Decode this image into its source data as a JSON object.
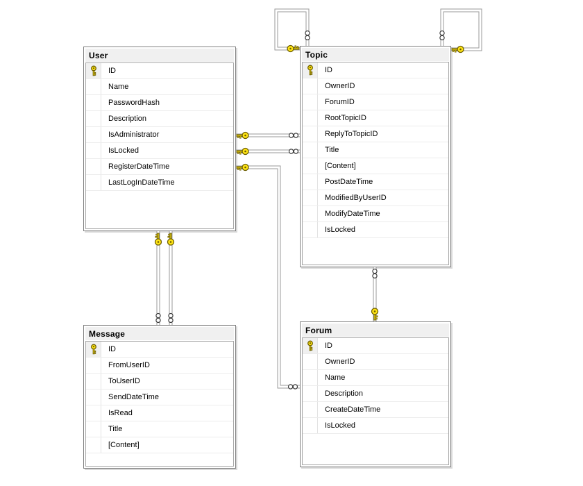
{
  "tables": {
    "user": {
      "title": "User",
      "primary_key": "ID",
      "fields": [
        "ID",
        "Name",
        "PasswordHash",
        "Description",
        "IsAdministrator",
        "IsLocked",
        "RegisterDateTime",
        "LastLogInDateTime"
      ]
    },
    "topic": {
      "title": "Topic",
      "primary_key": "ID",
      "fields": [
        "ID",
        "OwnerID",
        "ForumID",
        "RootTopicID",
        "ReplyToTopicID",
        "Title",
        "[Content]",
        "PostDateTime",
        "ModifiedByUserID",
        "ModifyDateTime",
        "IsLocked"
      ]
    },
    "message": {
      "title": "Message",
      "primary_key": "ID",
      "fields": [
        "ID",
        "FromUserID",
        "ToUserID",
        "SendDateTime",
        "IsRead",
        "Title",
        "[Content]"
      ]
    },
    "forum": {
      "title": "Forum",
      "primary_key": "ID",
      "fields": [
        "ID",
        "OwnerID",
        "Name",
        "Description",
        "CreateDateTime",
        "IsLocked"
      ]
    }
  },
  "relationships": [
    {
      "one_end": "Topic",
      "many_end": "Topic",
      "shape": "self-loop-top-left"
    },
    {
      "one_end": "Topic",
      "many_end": "Topic",
      "shape": "self-loop-top-right"
    },
    {
      "one_end": "User",
      "many_end": "Topic",
      "shape": "horizontal-upper"
    },
    {
      "one_end": "User",
      "many_end": "Topic",
      "shape": "horizontal-lower"
    },
    {
      "one_end": "User",
      "many_end": "Forum",
      "shape": "elbow-down"
    },
    {
      "one_end": "User",
      "many_end": "Message",
      "shape": "vertical-left"
    },
    {
      "one_end": "User",
      "many_end": "Message",
      "shape": "vertical-right"
    },
    {
      "one_end": "Forum",
      "many_end": "Topic",
      "shape": "vertical"
    }
  ],
  "icons": {
    "primary_key": "key-icon",
    "one_cardinality_end": "key-icon",
    "many_cardinality_end": "infinity-icon"
  },
  "colors": {
    "canvas": "#ffffff",
    "table_header": "#f0f0f0",
    "table_border": "#7f7f7f",
    "body_border": "#a6a6a6",
    "row_divider": "#ececec",
    "connector": "#9a9a9a",
    "key_fill": "#ffe414",
    "key_outline": "#6b5d00",
    "text": "#000000"
  }
}
